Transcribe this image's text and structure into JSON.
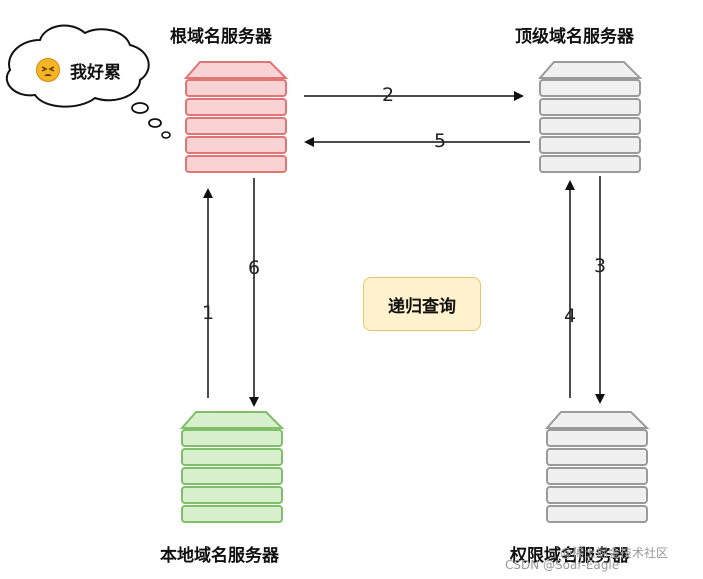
{
  "nodes": {
    "root": {
      "label": "根域名服务器",
      "color": "#f08080",
      "fill": "#f9d3d3"
    },
    "tld": {
      "label": "顶级域名服务器",
      "color": "#a0a0a0",
      "fill": "#f0f0f0"
    },
    "local": {
      "label": "本地域名服务器",
      "color": "#7fbf6a",
      "fill": "#d7efcc"
    },
    "authoritative": {
      "label": "权限域名服务器",
      "color": "#a0a0a0",
      "fill": "#f0f0f0"
    }
  },
  "steps": [
    "1",
    "2",
    "3",
    "4",
    "5",
    "6"
  ],
  "center_label": "递归查询",
  "thought_bubble": {
    "text": "我好累",
    "emoji": "tired-face-icon"
  },
  "watermark": {
    "line1": "@稀土掘金技术社区",
    "line2": "CSDN @Soar-Eagle"
  }
}
